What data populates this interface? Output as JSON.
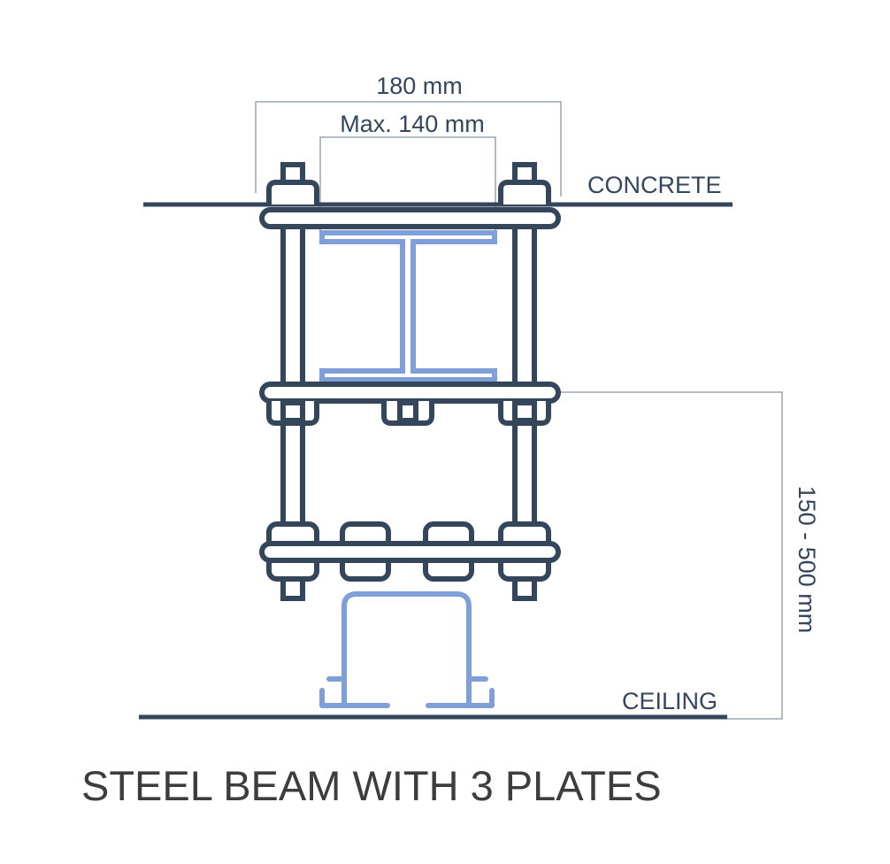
{
  "title": "STEEL BEAM WITH 3 PLATES",
  "labels": {
    "concrete": "CONCRETE",
    "ceiling": "CEILING"
  },
  "dimensions": {
    "overall_width": "180 mm",
    "max_beam_width": "Max. 140 mm",
    "height_range": "150 - 500 mm"
  },
  "colors": {
    "structure": "#34465c",
    "beam": "#7f9fd8",
    "dimension_lines": "#8a94a2"
  }
}
